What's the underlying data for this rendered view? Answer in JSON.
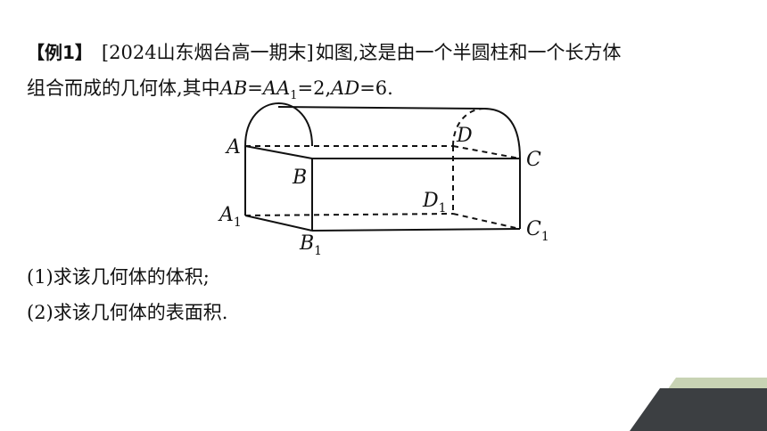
{
  "example": {
    "tag": "【例1】",
    "source": "[2024山东烟台高一期末]",
    "intro_1": "如图,这是由一个半圆柱和一个长方体",
    "intro_2": "组合而成的几何体,其中",
    "cond_ab": "AB",
    "cond_eq1": "=",
    "cond_aa": "AA",
    "cond_sub1": "1",
    "cond_mid": "=2,",
    "cond_ad": "AD",
    "cond_end": "=6."
  },
  "figure": {
    "labels": {
      "A": "A",
      "B": "B",
      "C": "C",
      "D": "D",
      "A1": "A",
      "B1": "B",
      "C1": "C",
      "D1": "D",
      "sub": "1"
    }
  },
  "questions": [
    "(1)求该几何体的体积;",
    "(2)求该几何体的表面积."
  ],
  "colors": {
    "accent_dark": "#3c3f42",
    "accent_light": "#c8d3b4"
  }
}
